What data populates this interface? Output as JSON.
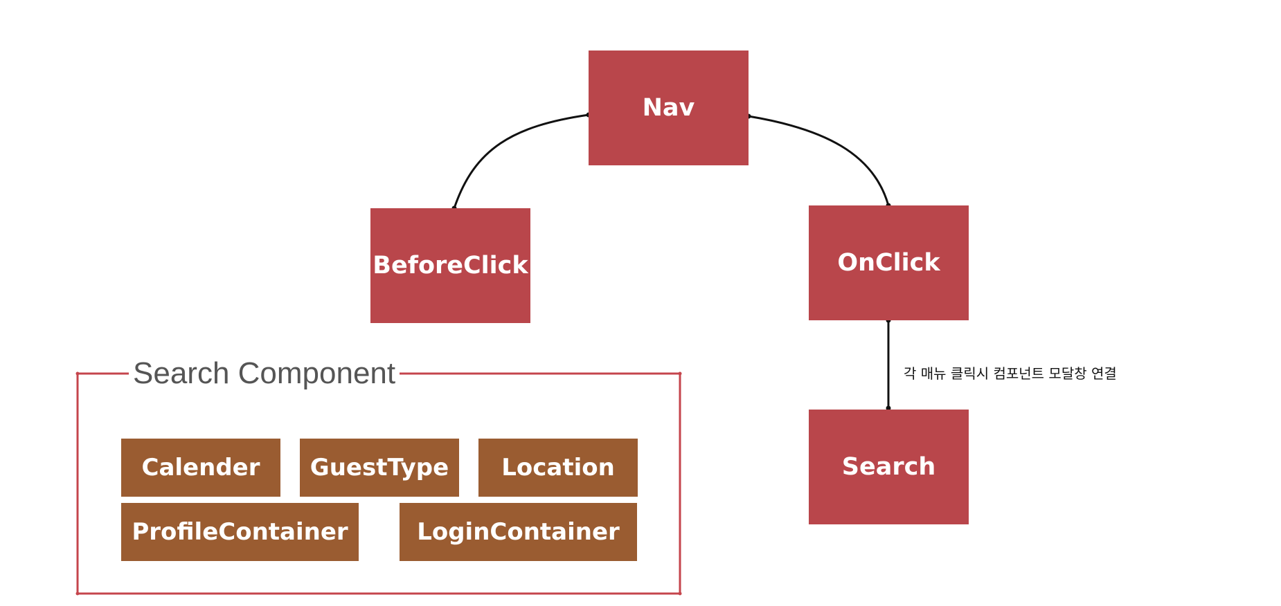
{
  "colors": {
    "node_red": "#b9464b",
    "node_brown": "#9a5c31",
    "group_border": "#c5454c",
    "edge": "#111111",
    "group_label": "#555555"
  },
  "nodes": {
    "nav": "Nav",
    "before_click": "BeforeClick",
    "on_click": "OnClick",
    "search": "Search"
  },
  "search_component": {
    "title": "Search Component",
    "items": [
      "Calender",
      "GuestType",
      "Location",
      "ProfileContainer",
      "LoginContainer"
    ]
  },
  "edge_labels": {
    "onclick_to_search": "각 매뉴 클릭시 컴포넌트 모달창 연결"
  }
}
